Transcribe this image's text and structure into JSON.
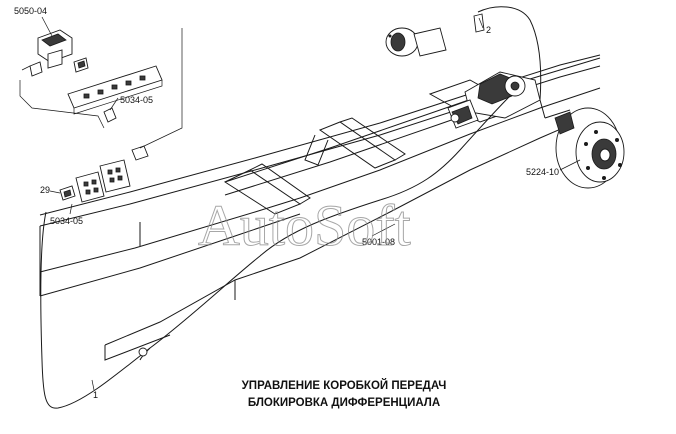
{
  "diagram": {
    "title_line1": "УПРАВЛЕНИЕ КОРОБКОЙ ПЕРЕДАЧ",
    "title_line2": "БЛОКИРОВКА ДИФФЕРЕНЦИАЛА",
    "watermark": "AutoSoft",
    "callouts": {
      "valve_top": "5050-04",
      "block_mid": "5034-05",
      "num_29": "29",
      "block_low": "5034-05",
      "num_2": "2",
      "frame": "5001-08",
      "hub": "5224-10",
      "num_1": "1"
    },
    "colors": {
      "line": "#1a1a1a",
      "watermark": "#8a8a8a",
      "background": "#ffffff"
    }
  }
}
